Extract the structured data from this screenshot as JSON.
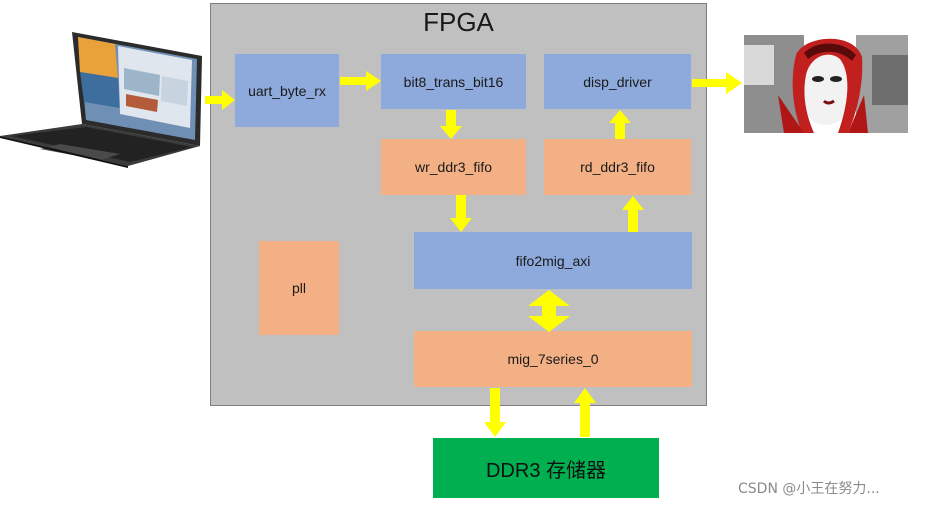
{
  "fpga": {
    "title": "FPGA"
  },
  "blocks": {
    "uart_byte_rx": "uart_byte_rx",
    "bit8_trans_bit16": "bit8_trans_bit16",
    "disp_driver": "disp_driver",
    "wr_ddr3_fifo": "wr_ddr3_fifo",
    "rd_ddr3_fifo": "rd_ddr3_fifo",
    "pll": "pll",
    "fifo2mig_axi": "fifo2mig_axi",
    "mig_7series_0": "mig_7series_0"
  },
  "memory": {
    "label": "DDR3 存储器"
  },
  "watermark": "CSDN @小王在努力...",
  "colors": {
    "fpga_bg": "#c0c0c0",
    "blue_block": "#8eaadc",
    "orange_block": "#f3b085",
    "ddr_block": "#00b050",
    "arrow": "#ffff00"
  },
  "icons": {
    "source": "laptop-icon",
    "output": "portrait-image"
  }
}
